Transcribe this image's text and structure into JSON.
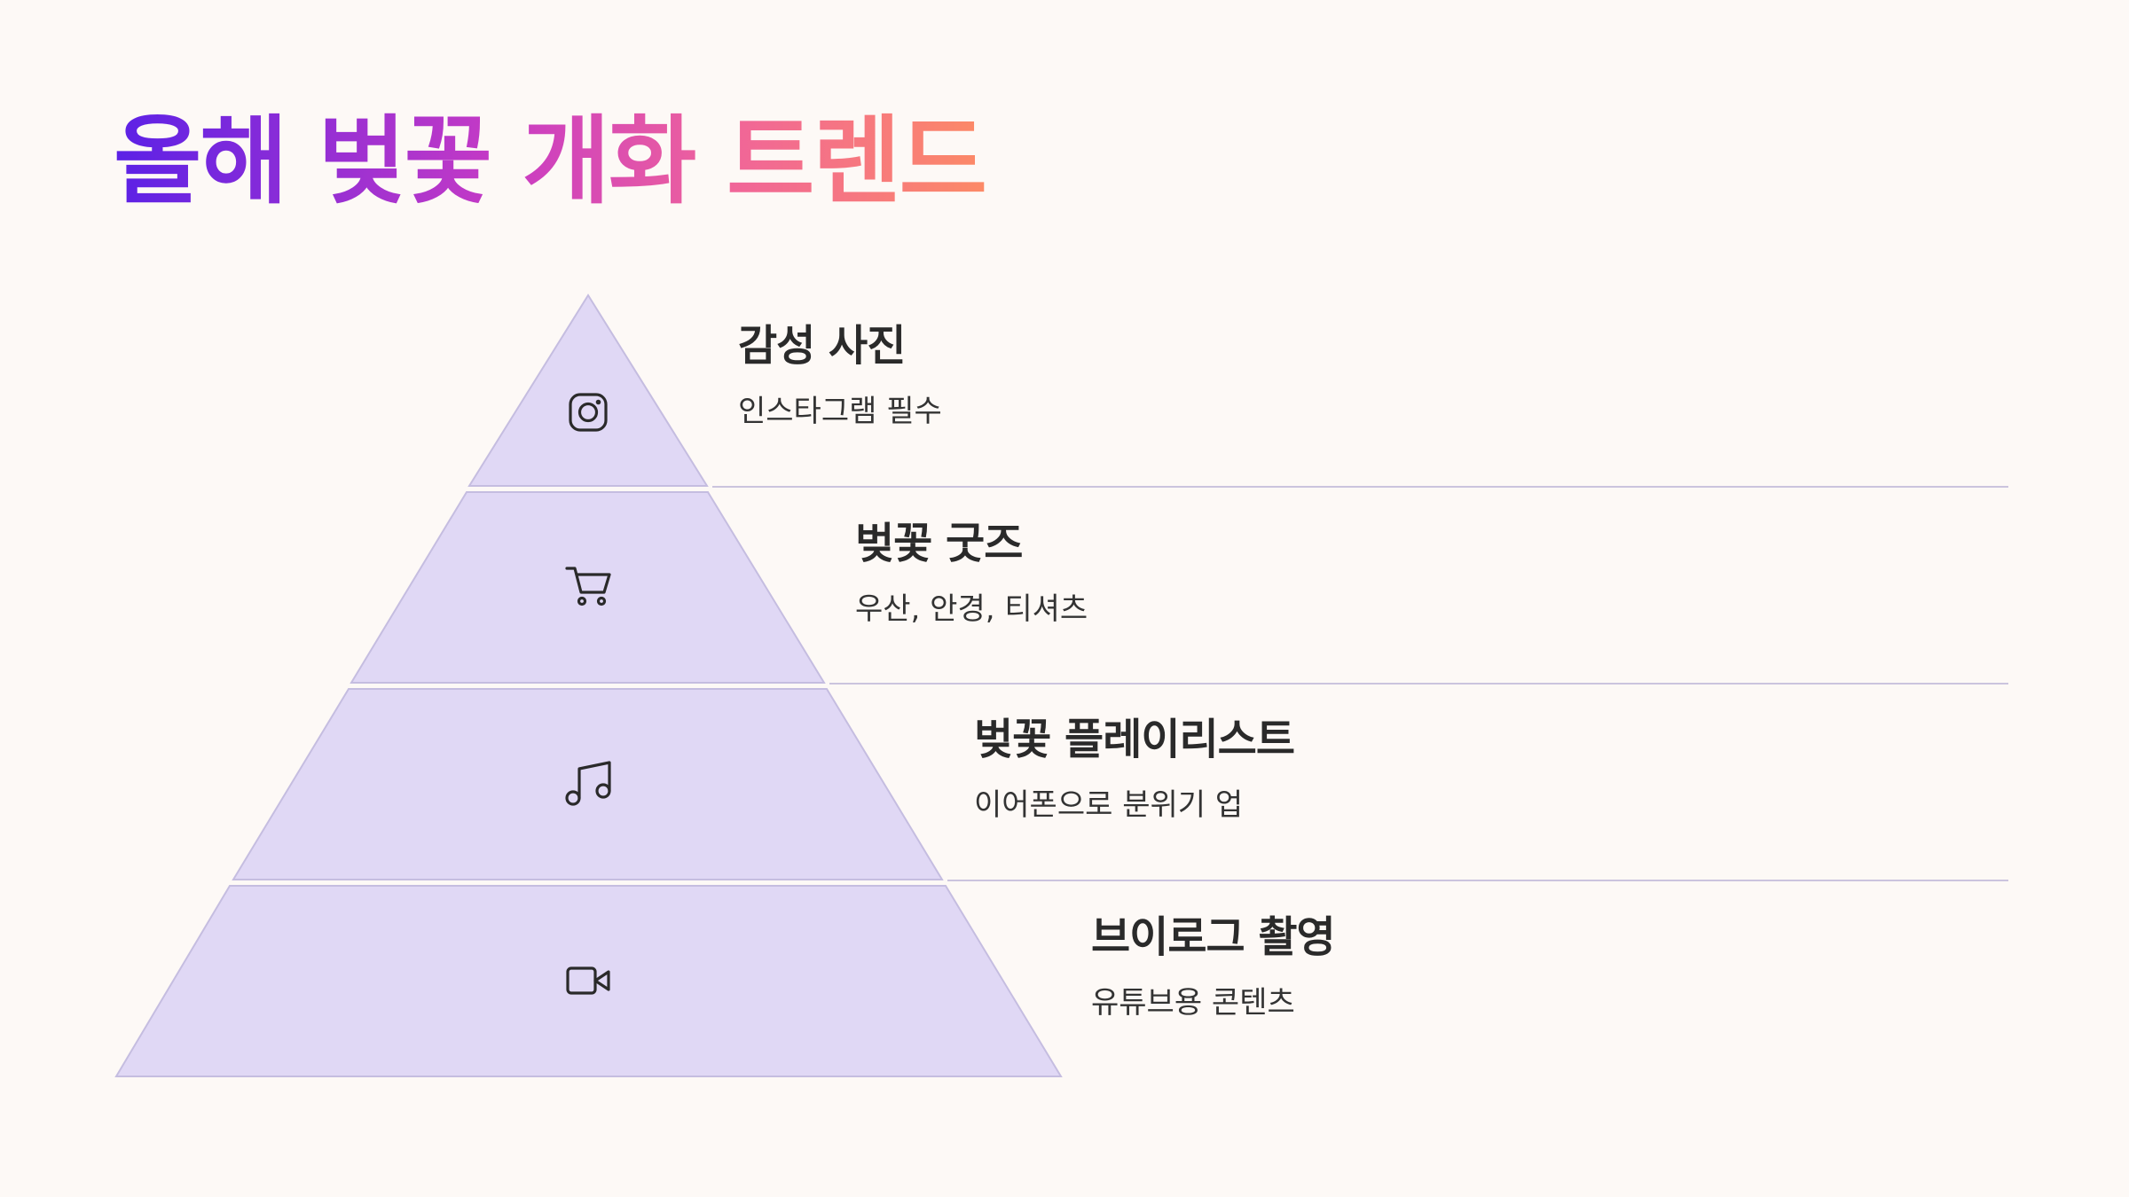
{
  "title": "올해 벚꽃 개화 트렌드",
  "colors": {
    "background": "#fdf9f6",
    "tier_fill": "#e0d8f5",
    "tier_stroke": "#c5bde0",
    "divider": "#cbc4de",
    "icon_stroke": "#2a2a2a",
    "title_gradient": [
      "#5b21e6",
      "#c83bc4",
      "#f0649a",
      "#fc8a66"
    ]
  },
  "tiers": [
    {
      "heading": "감성 사진",
      "description": "인스타그램 필수",
      "icon": "instagram-icon"
    },
    {
      "heading": "벚꽃 굿즈",
      "description": "우산, 안경, 티셔츠",
      "icon": "shopping-cart-icon"
    },
    {
      "heading": "벚꽃 플레이리스트",
      "description": "이어폰으로 분위기 업",
      "icon": "music-note-icon"
    },
    {
      "heading": "브이로그 촬영",
      "description": "유튜브용 콘텐츠",
      "icon": "video-camera-icon"
    }
  ]
}
